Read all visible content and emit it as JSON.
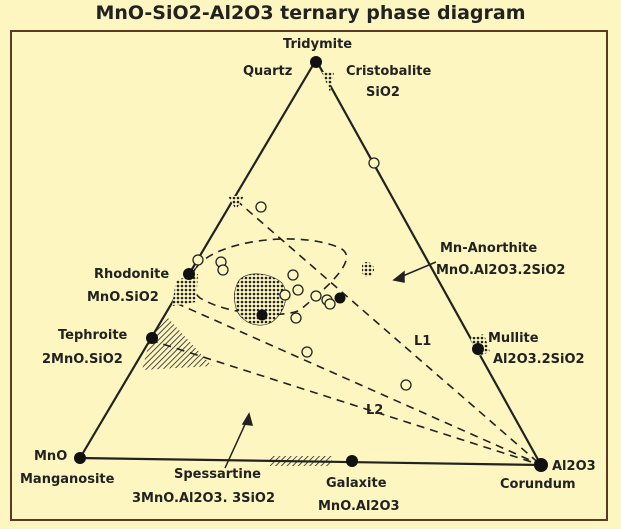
{
  "title": "MnO-SiO2-Al2O3 ternary phase diagram",
  "labels": {
    "tridymite": "Tridymite",
    "quartz": "Quartz",
    "cristobalite": "Cristobalite",
    "sio2": "SiO2",
    "mn_anorthite": "Mn-Anorthite",
    "mn_anorthite_formula": "MnO.Al2O3.2SiO2",
    "rhodonite": "Rhodonite",
    "rhodonite_formula": "MnO.SiO2",
    "tephroite": "Tephroite",
    "tephroite_formula": "2MnO.SiO2",
    "mullite": "Mullite",
    "mullite_formula": "Al2O3.2SiO2",
    "l1": "L1",
    "l2": "L2",
    "mno": "MnO",
    "manganosite": "Manganosite",
    "spessartine": "Spessartine",
    "spessartine_formula": "3MnO.Al2O3. 3SiO2",
    "galaxite": "Galaxite",
    "galaxite_formula": "MnO.Al2O3",
    "al2o3": "Al2O3",
    "corundum": "Corundum"
  },
  "colors": {
    "background": "#fdf6c0",
    "frame": "#5a3a20",
    "line": "#222222"
  }
}
